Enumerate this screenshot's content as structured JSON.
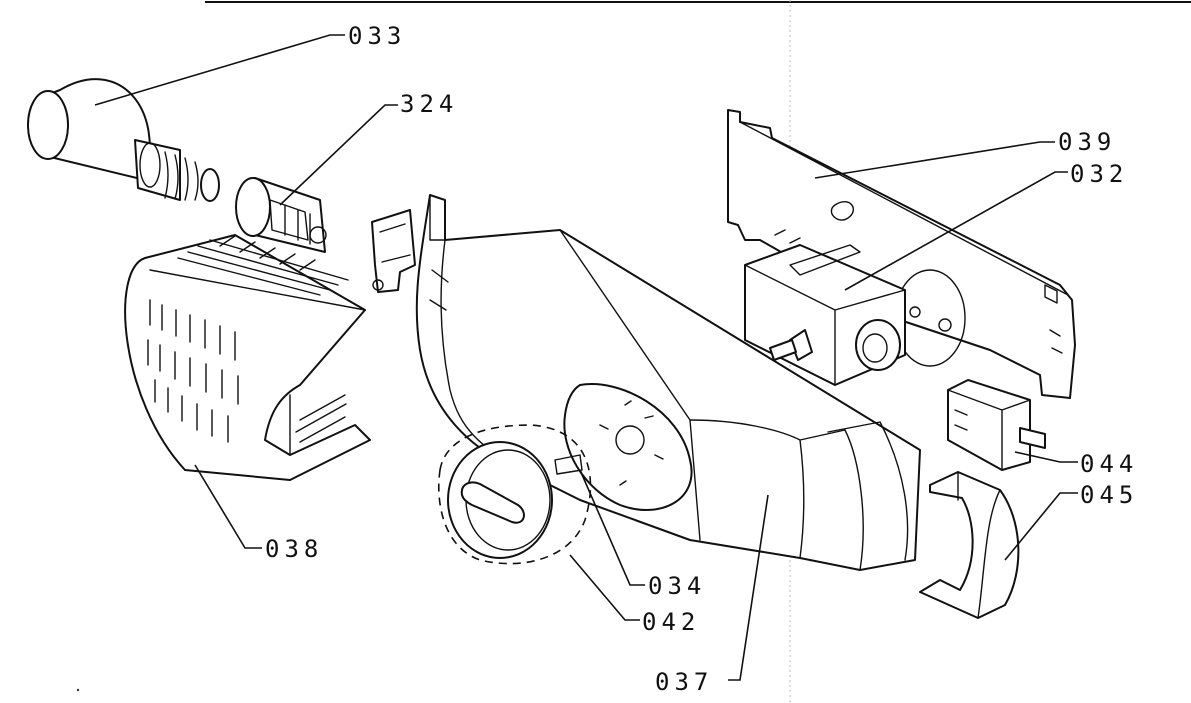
{
  "callouts": [
    {
      "id": "033",
      "label": "033"
    },
    {
      "id": "324",
      "label": "324"
    },
    {
      "id": "039",
      "label": "039"
    },
    {
      "id": "032",
      "label": "032"
    },
    {
      "id": "038",
      "label": "038"
    },
    {
      "id": "044",
      "label": "044"
    },
    {
      "id": "045",
      "label": "045"
    },
    {
      "id": "034",
      "label": "034"
    },
    {
      "id": "042",
      "label": "042"
    },
    {
      "id": "037",
      "label": "037"
    }
  ]
}
